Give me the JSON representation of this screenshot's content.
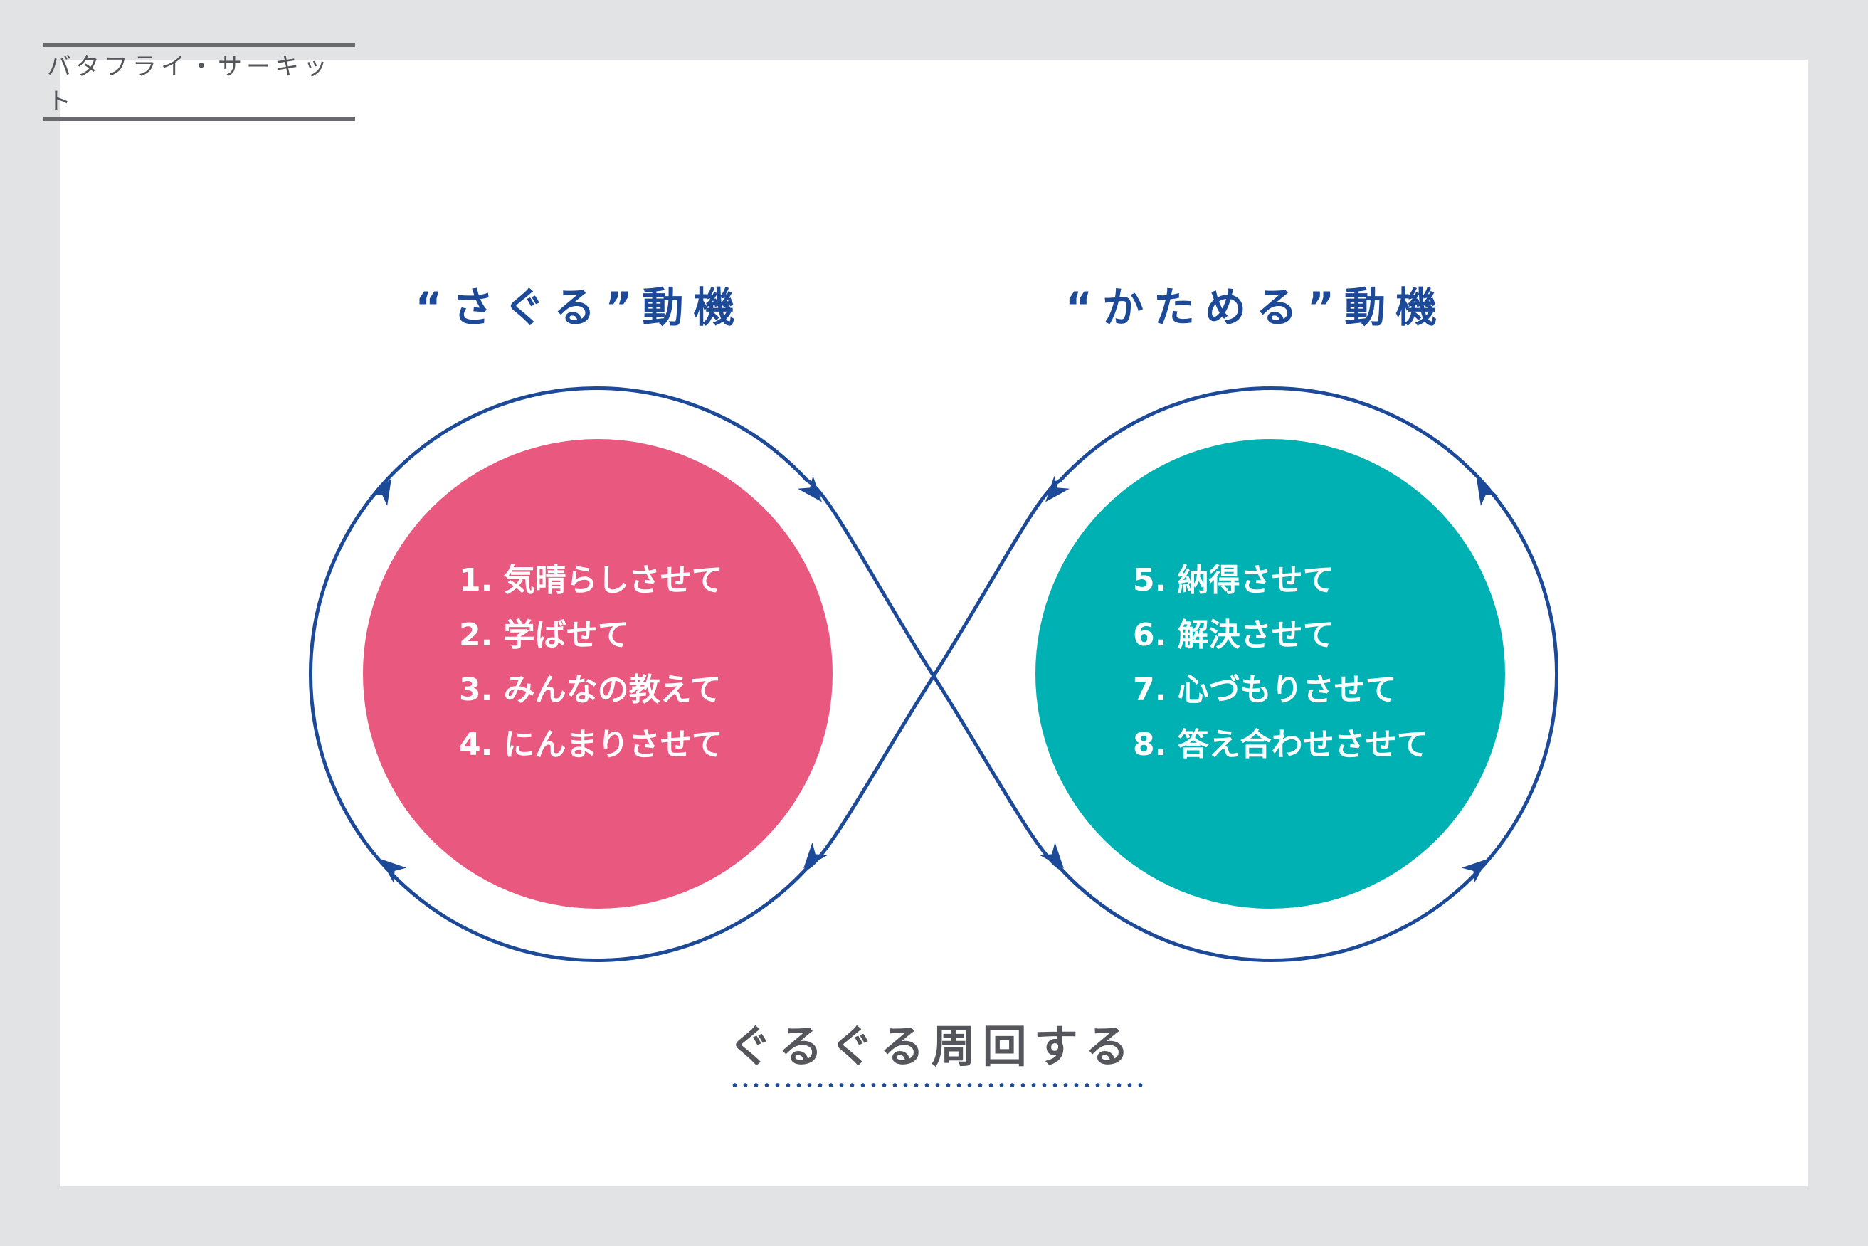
{
  "header": {
    "label": "バタフライ・サーキット"
  },
  "left_loop": {
    "title": "“さぐる”動機",
    "color": "#e9587f",
    "items": [
      "1. 気晴らしさせて",
      "2. 学ばせて",
      "3. みんなの教えて",
      "4. にんまりさせて"
    ]
  },
  "right_loop": {
    "title": "“かためる”動機",
    "color": "#00b1b4",
    "items": [
      "5. 納得させて",
      "6. 解決させて",
      "7. 心づもりさせて",
      "8. 答え合わせさせて"
    ]
  },
  "footer": {
    "text": "ぐるぐる周回する"
  },
  "colors": {
    "loop_line": "#1d4a98",
    "heading": "#1d4a98",
    "text_gray": "#55565b",
    "background": "#e2e3e5",
    "card": "#ffffff"
  }
}
